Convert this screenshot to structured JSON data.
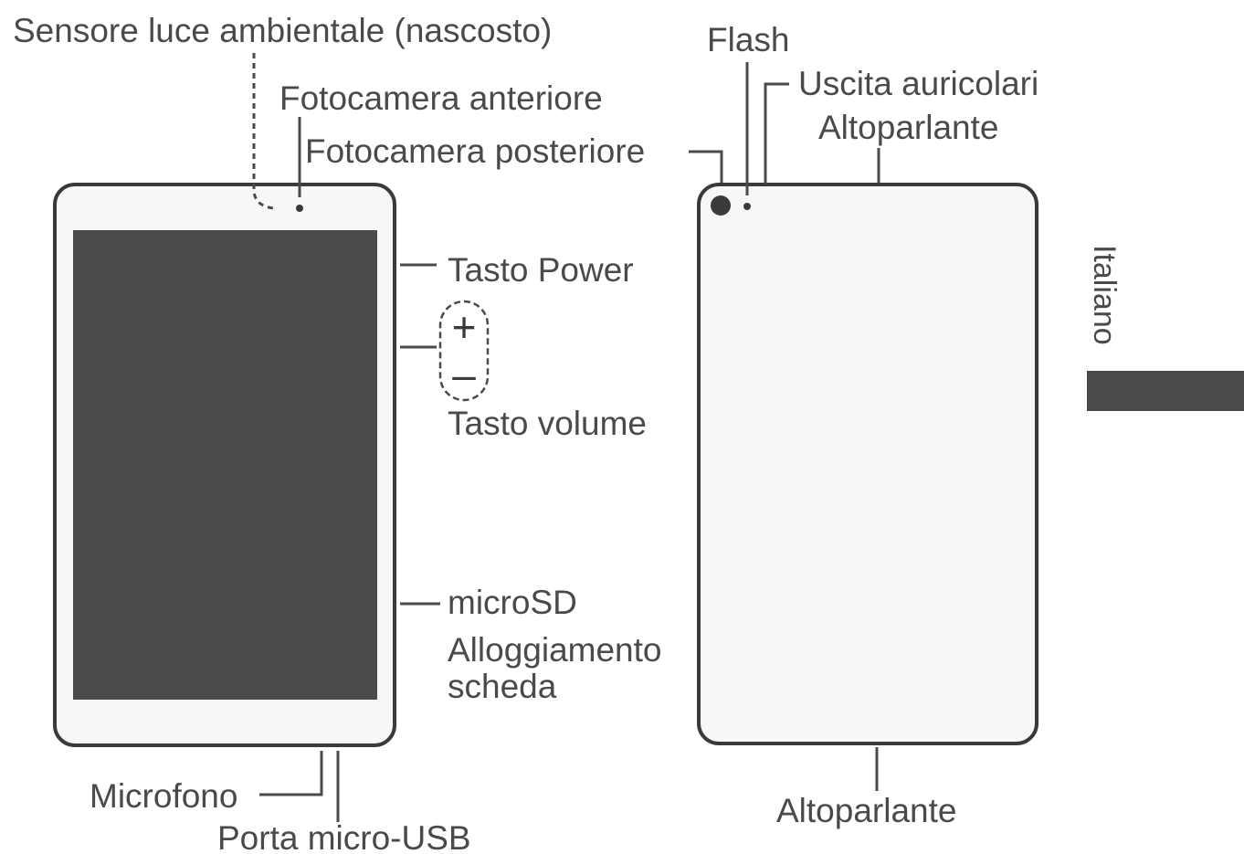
{
  "front": {
    "ambient_sensor": "Sensore luce ambientale (nascosto)",
    "front_camera": "Fotocamera anteriore",
    "rear_camera": "Fotocamera posteriore",
    "power_key": "Tasto Power",
    "volume_plus": "+",
    "volume_minus": "–",
    "volume_key": "Tasto volume",
    "microsd": "microSD",
    "card_slot_line1": "Alloggiamento",
    "card_slot_line2": "scheda",
    "microphone": "Microfono",
    "usb_port": "Porta micro-USB"
  },
  "back": {
    "flash": "Flash",
    "headphone_jack": "Uscita auricolari",
    "speaker_top": "Altoparlante",
    "speaker_bottom": "Altoparlante"
  },
  "side_tab": {
    "language": "Italiano",
    "color": "#4a4a4a"
  },
  "colors": {
    "screen": "#4a4a4a",
    "outline": "#3a3a3a",
    "text": "#4a4a4a"
  }
}
